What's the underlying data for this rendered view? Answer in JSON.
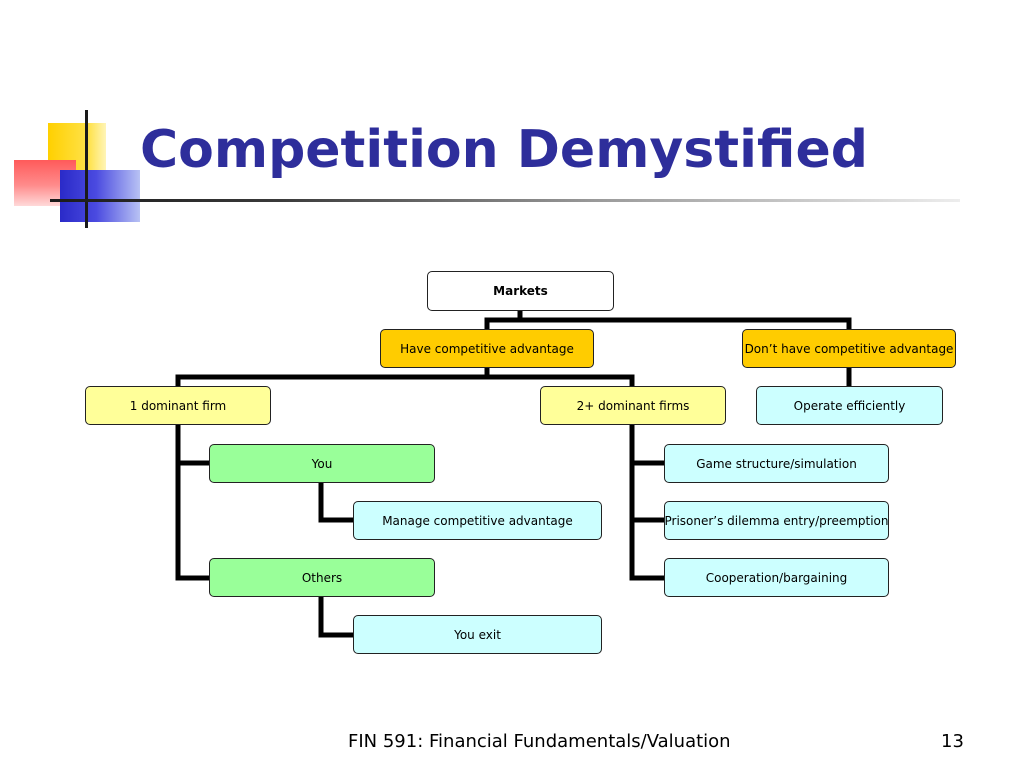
{
  "slide": {
    "title": "Competition Demystified",
    "footer": "FIN 591: Financial Fundamentals/Valuation",
    "page_number": "13"
  },
  "diagram": {
    "nodes": {
      "markets": "Markets",
      "have_advantage": "Have competitive advantage",
      "no_advantage": "Don’t have competitive advantage",
      "one_dominant": "1 dominant firm",
      "two_dominant": "2+ dominant firms",
      "operate_efficiently": "Operate efficiently",
      "you": "You",
      "manage_advantage": "Manage competitive advantage",
      "others": "Others",
      "you_exit": "You exit",
      "game_structure": "Game structure/simulation",
      "prisoners_dilemma": "Prisoner’s dilemma entry/preemption",
      "cooperation": "Cooperation/bargaining"
    },
    "colors": {
      "root": "#ffffff",
      "level1": "#ffcc00",
      "level2": "#ffff99",
      "dominant_branch": "#99ff99",
      "outcome": "#ccffff",
      "title": "#2e2e9b"
    }
  }
}
